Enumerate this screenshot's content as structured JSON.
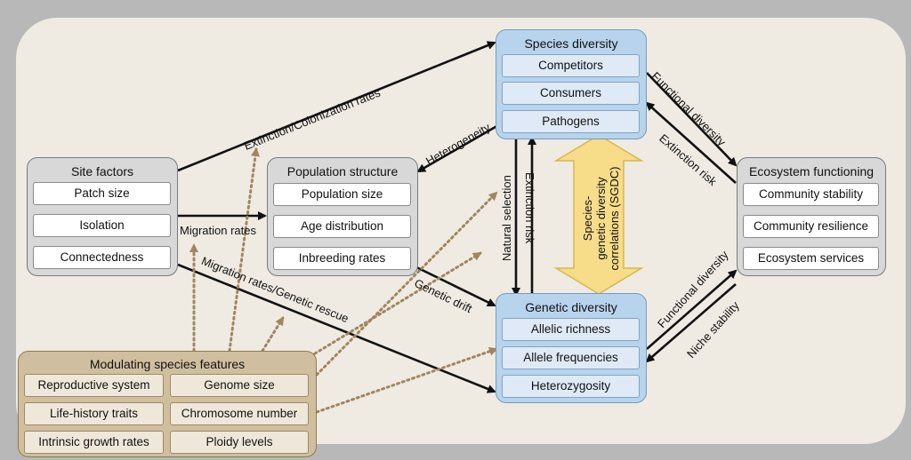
{
  "site_factors": {
    "title": "Site factors",
    "items": [
      "Patch size",
      "Isolation",
      "Connectedness"
    ]
  },
  "population_structure": {
    "title": "Population structure",
    "items": [
      "Population size",
      "Age distribution",
      "Inbreeding rates"
    ]
  },
  "species_diversity": {
    "title": "Species diversity",
    "items": [
      "Competitors",
      "Consumers",
      "Pathogens"
    ]
  },
  "genetic_diversity": {
    "title": "Genetic diversity",
    "items": [
      "Allelic richness",
      "Allele frequencies",
      "Heterozygosity"
    ]
  },
  "ecosystem_functioning": {
    "title": "Ecosystem functioning",
    "items": [
      "Community stability",
      "Community resilience",
      "Ecosystem services"
    ]
  },
  "modulating": {
    "title": "Modulating species features",
    "items": [
      "Reproductive system",
      "Genome size",
      "Life-history traits",
      "Chromosome number",
      "Intrinsic growth rates",
      "Ploidy levels"
    ]
  },
  "sgdc": {
    "line1": "Species-",
    "line2": "genetic diversity",
    "line3": "correlations (SGDC)"
  },
  "labels": {
    "extinction_colonization": "Extinction/Colonization rates",
    "heterogeneity": "Heterogeneity",
    "migration_rates": "Migration rates",
    "migration_rescue": "Migration rates/Genetic rescue",
    "genetic_drift": "Genetic drift",
    "natural_selection": "Natural selection",
    "extinction_risk_vertical": "Extinction risk",
    "functional_diversity_top": "Functional diversity",
    "extinction_risk_right": "Extinction risk",
    "functional_diversity_bottom": "Functional diversity",
    "niche_stability": "Niche stability"
  },
  "colors": {
    "background": "#b8b8b8",
    "panel": "#efebe2",
    "gray_box": "#d8d8d8",
    "blue_box": "#b8d3ec",
    "tan_box": "#cfbf9e",
    "sgdc_arrow": "#f7dc8a",
    "dotted_arrow": "#a08660"
  }
}
